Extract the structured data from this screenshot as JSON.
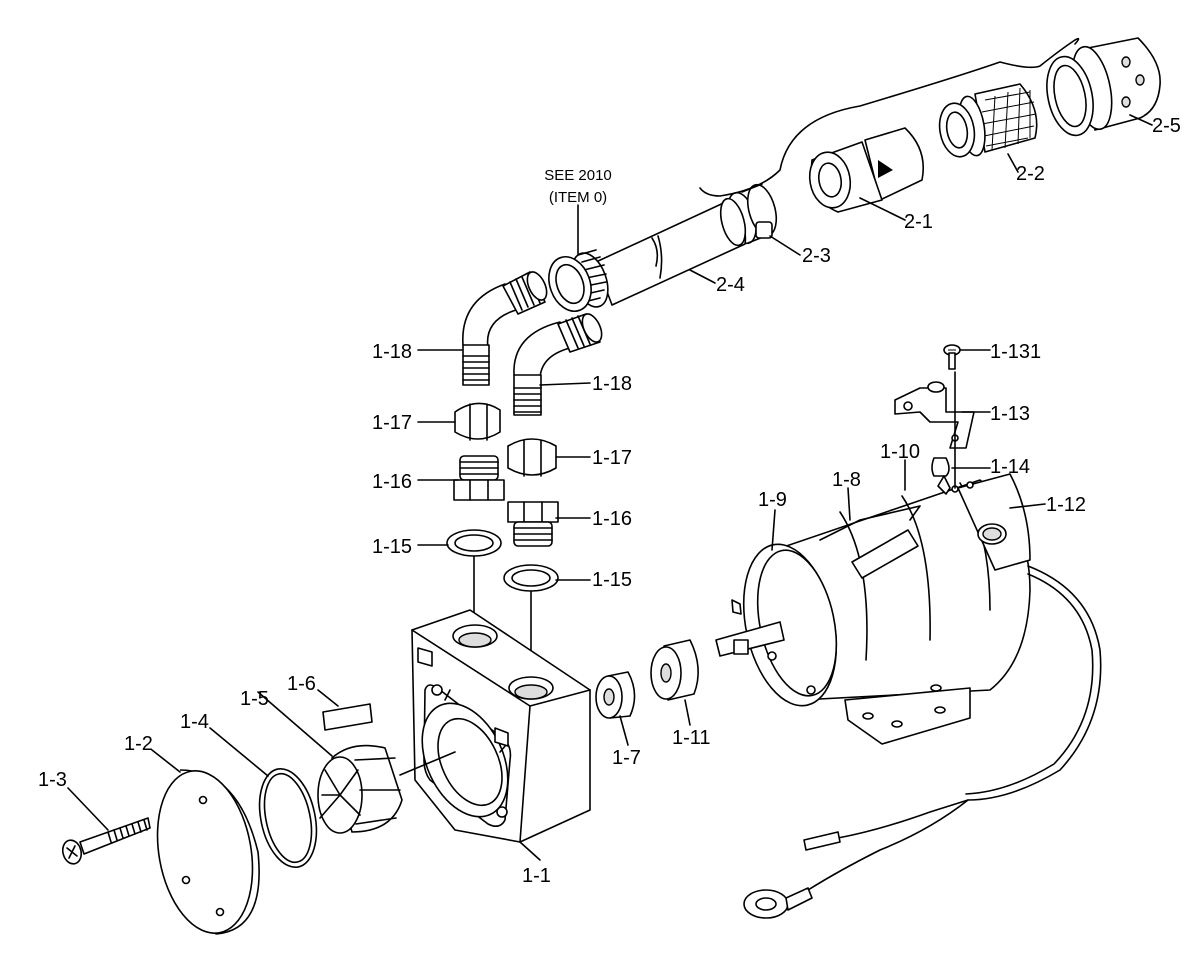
{
  "reference_note": {
    "line1": "SEE 2010",
    "line2": "(ITEM 0)"
  },
  "labels": {
    "l1_1": "1-1",
    "l1_2": "1-2",
    "l1_3": "1-3",
    "l1_4": "1-4",
    "l1_5": "1-5",
    "l1_6": "1-6",
    "l1_7": "1-7",
    "l1_8": "1-8",
    "l1_9": "1-9",
    "l1_10": "1-10",
    "l1_11": "1-11",
    "l1_12": "1-12",
    "l1_13": "1-13",
    "l1_131": "1-131",
    "l1_14": "1-14",
    "l1_15a": "1-15",
    "l1_15b": "1-15",
    "l1_16a": "1-16",
    "l1_16b": "1-16",
    "l1_17a": "1-17",
    "l1_17b": "1-17",
    "l1_18a": "1-18",
    "l1_18b": "1-18",
    "l2_1": "2-1",
    "l2_2": "2-2",
    "l2_3": "2-3",
    "l2_4": "2-4",
    "l2_5": "2-5"
  }
}
